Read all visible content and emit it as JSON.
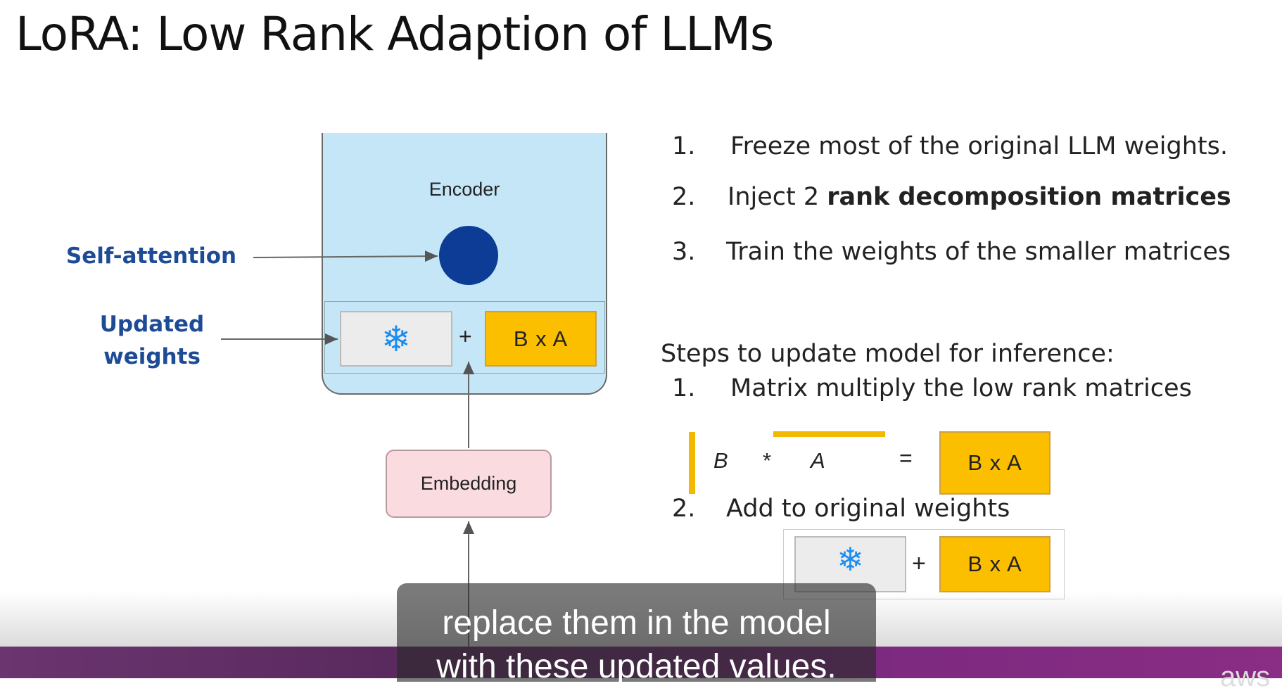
{
  "slide": {
    "title": "LoRA: Low Rank Adaption of LLMs",
    "diagram": {
      "encoder_label": "Encoder",
      "self_attention_label": "Self-attention",
      "updated_weights_label": [
        "Updated",
        "weights"
      ],
      "plus": "+",
      "bxa": "B x A",
      "embedding_label": "Embedding",
      "snowflake": "❄"
    },
    "steps": [
      {
        "num": "1.",
        "text": "Freeze most of the original LLM weights."
      },
      {
        "num": "2.",
        "text_pre": "Inject 2 ",
        "text_bold": "rank decomposition matrices"
      },
      {
        "num": "3.",
        "text": "Train the weights of the smaller matrices"
      }
    ],
    "inference": {
      "heading": "Steps to update model for inference:",
      "step1": {
        "num": "1.",
        "text": "Matrix multiply the low rank matrices"
      },
      "equation": {
        "b": "B",
        "op": "*",
        "a": "A",
        "eq": "=",
        "result": "B x A"
      },
      "step2": {
        "num": "2.",
        "text": "Add to original weights"
      },
      "sum": {
        "plus": "+",
        "result": "B x A"
      }
    }
  },
  "subtitle": {
    "line1": "replace them in the model",
    "line2": "with these updated values."
  },
  "footer": {
    "brand": "aws"
  }
}
